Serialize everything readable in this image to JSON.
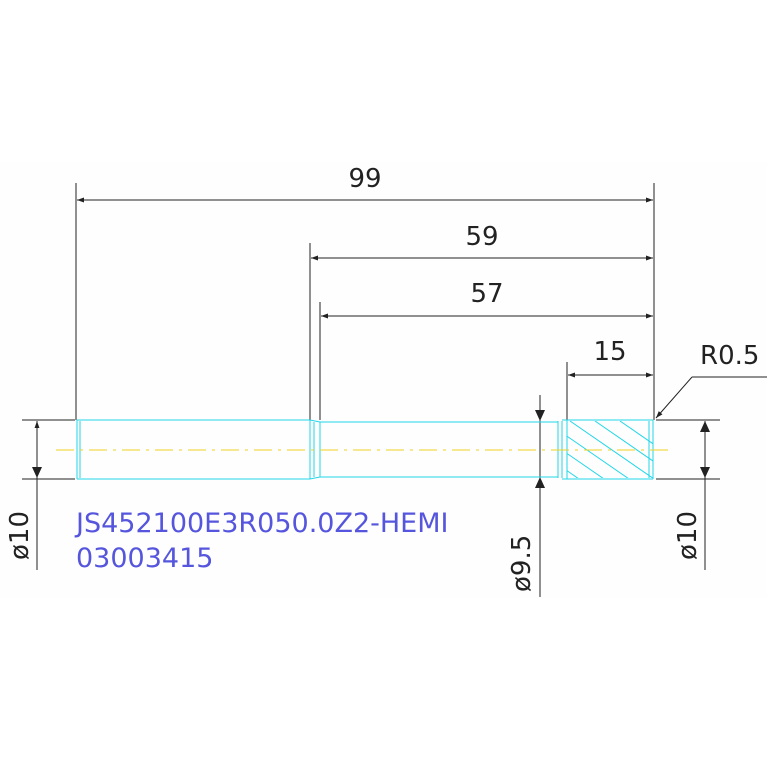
{
  "drawing": {
    "dimensions": {
      "overall": "99",
      "step_one": "59",
      "step_two": "57",
      "end_length": "15",
      "radius": "R0.5",
      "left_diameter": "ø10",
      "mid_diameter": "ø9.5",
      "right_diameter": "ø10"
    },
    "part_number": "JS452100E3R050.0Z2-HEMI",
    "serial_number": "03003415"
  },
  "colors": {
    "background": "#ffffff",
    "panel": "#fefefe",
    "dimension_line": "#222222",
    "part_outline": "#22d6e8",
    "centerline": "#f0d020",
    "hatch": "#22d6e8",
    "note_text": "#5555dd"
  }
}
